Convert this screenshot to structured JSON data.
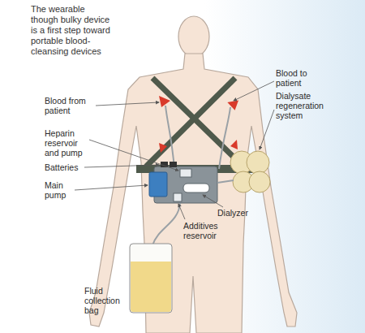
{
  "diagram": {
    "labels": [
      "The wearable though bulky device is a first step toward portable blood-cleansing devices",
      "Blood from patient",
      "Heparin reservoir and pump",
      "Batteries",
      "Main pump",
      "Dialyzer",
      "Additives reservoir",
      "Fluid collection bag",
      "Blood to patient",
      "Dialysate regeneration system"
    ]
  }
}
